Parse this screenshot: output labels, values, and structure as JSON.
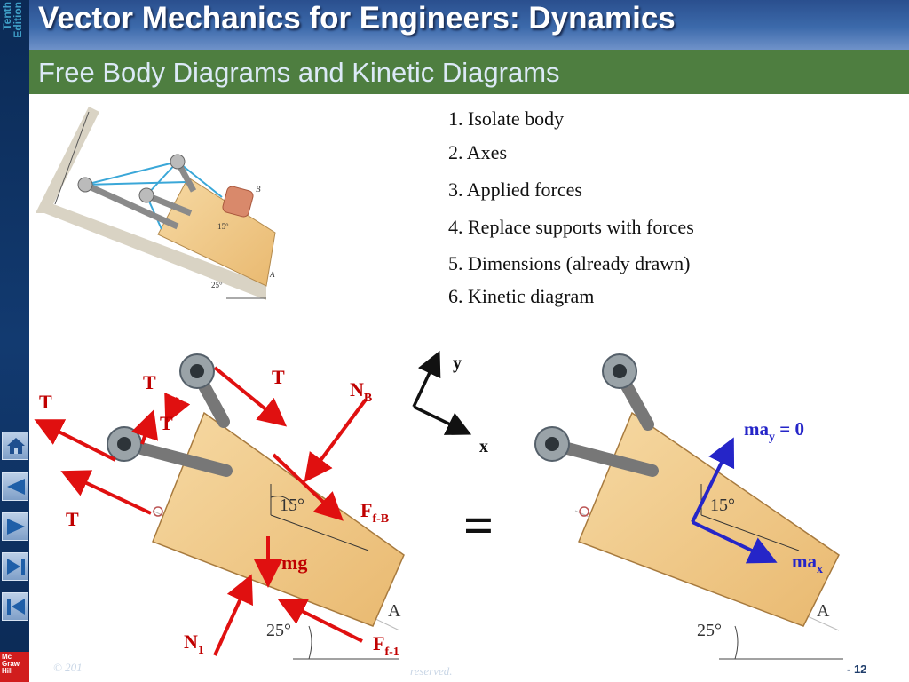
{
  "book_title": "Vector Mechanics for Engineers: Dynamics",
  "edition_line1": "Tenth",
  "edition_line2": "Edition",
  "slide_title": "Free Body Diagrams and Kinetic Diagrams",
  "steps": [
    "1.  Isolate body",
    "2.  Axes",
    "3.  Applied forces",
    "4.  Replace supports with forces",
    "5.  Dimensions (already drawn)",
    "6.  Kinetic diagram"
  ],
  "small_figure": {
    "point_b": "B",
    "point_a": "A",
    "angle_15": "15°",
    "angle_25": "25°"
  },
  "fbd": {
    "T_labels": [
      "T",
      "T",
      "T",
      "T",
      "T"
    ],
    "NB_main": "N",
    "NB_sub": "B",
    "Ff_B_main": "F",
    "Ff_B_sub": "f-B",
    "mg": "mg",
    "N1_main": "N",
    "N1_sub": "1",
    "Ff1_main": "F",
    "Ff1_sub": "f-1",
    "angle_15": "15°",
    "angle_25": "25°",
    "point_a": "A"
  },
  "axes": {
    "y": "y",
    "x": "x"
  },
  "equals": "=",
  "kd": {
    "may_main": "ma",
    "may_sub": "y",
    "may_tail": " = 0",
    "max_main": "ma",
    "max_sub": "x",
    "angle_15": "15°",
    "angle_25": "25°",
    "point_a": "A"
  },
  "footer": {
    "copyright": "© 201",
    "reserved": "reserved.",
    "page": "- 12"
  },
  "logo_text": [
    "Mc",
    "Graw",
    "Hill"
  ],
  "colors": {
    "title_bar": "#3c6aab",
    "subtitle_bar": "#4e7e40",
    "force_arrow": "#e01010",
    "kinetic_arrow": "#2525c8",
    "wood": "#f1c98b"
  }
}
